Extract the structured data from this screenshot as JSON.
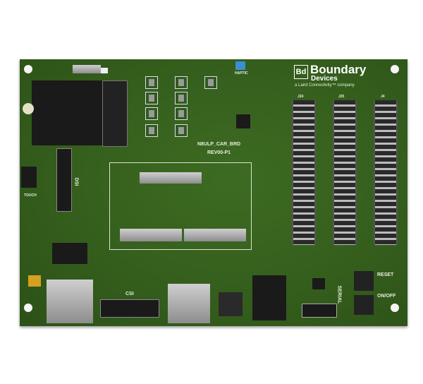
{
  "board": {
    "name": "N8ULP_CAR_BRD",
    "revision": "REV00-P1",
    "color": "#345d1c"
  },
  "logo": {
    "mark": "Bd",
    "brand_line1": "Boundary",
    "brand_line2": "Devices",
    "tagline": "a Laird Connectivity™ company"
  },
  "labels": {
    "haptic": "HAPTIC",
    "touch": "TOUCH",
    "dsi": "DSI",
    "csi": "CSI",
    "serial": "SERIAL",
    "reset": "RESET",
    "onoff": "ON/OFF",
    "j24": "J24",
    "j25": "J25",
    "j4": "J4"
  }
}
